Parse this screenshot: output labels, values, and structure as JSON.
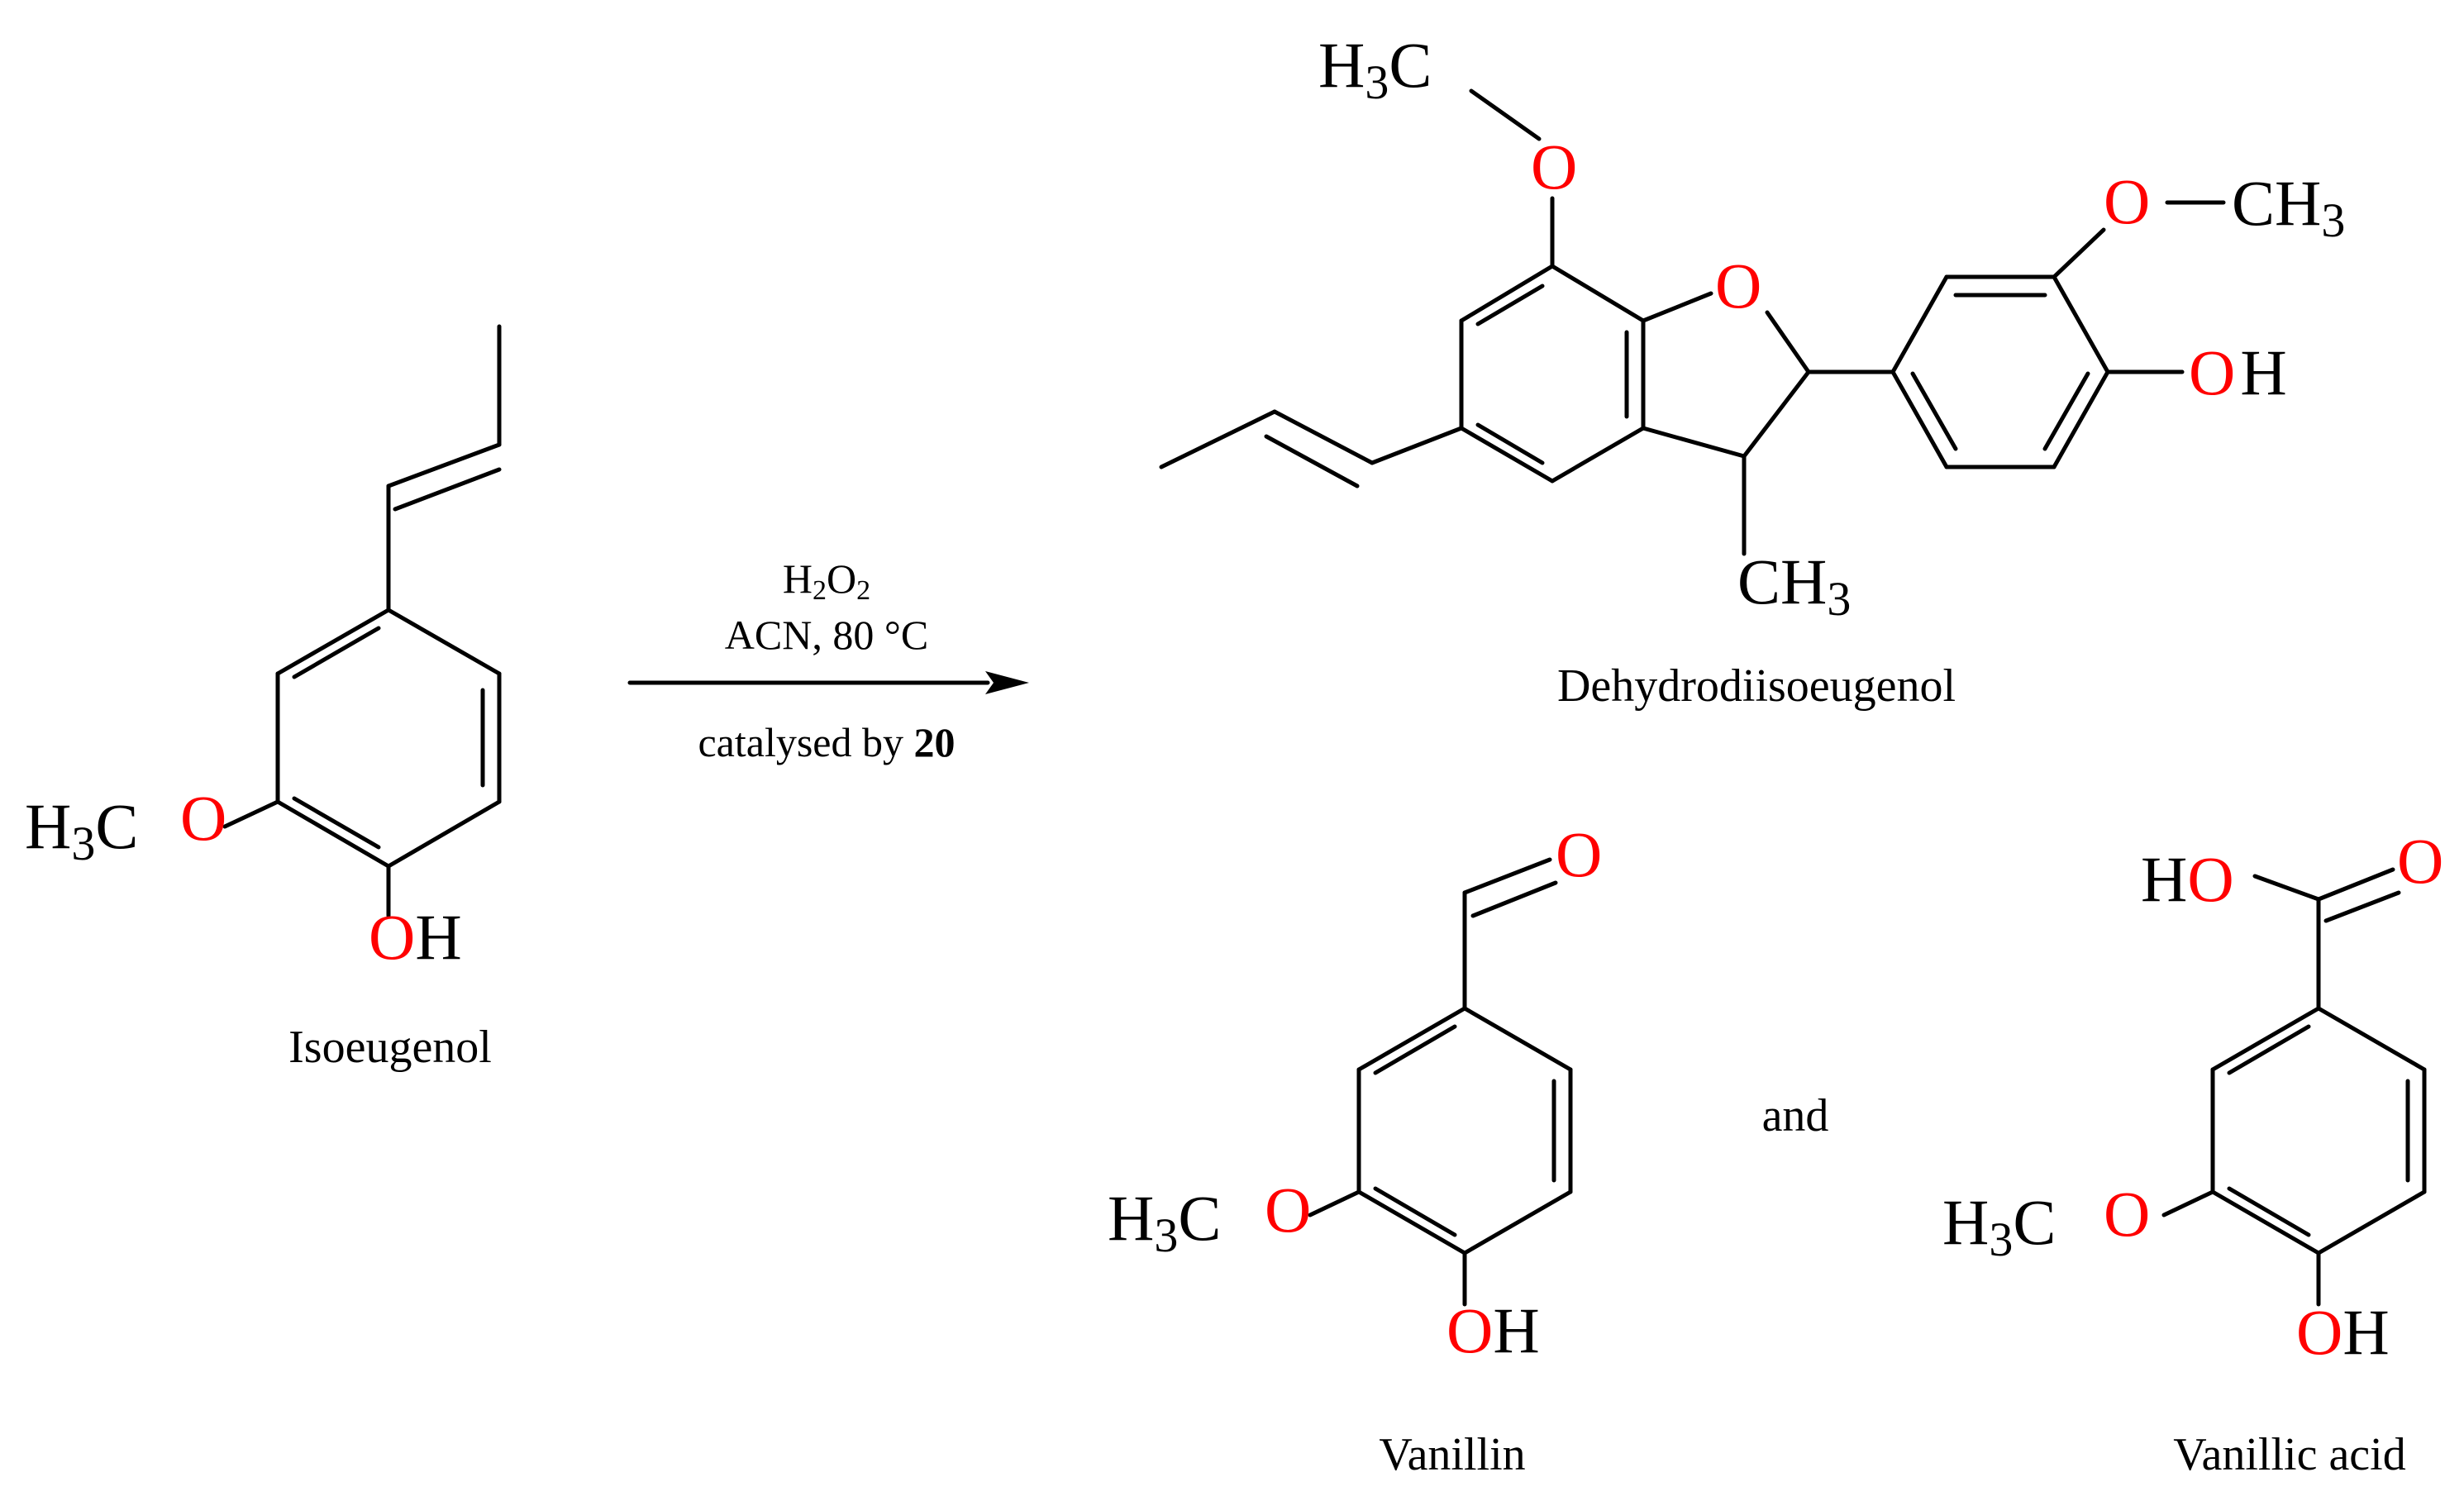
{
  "colors": {
    "carbon_hydrogen": "#000000",
    "oxygen": "#ff0000",
    "background": "#ffffff"
  },
  "reaction": {
    "reagent_h": "H",
    "reagent_h_sub": "2",
    "reagent_o": "O",
    "reagent_o_sub": "2",
    "conditions": "ACN, 80 °C",
    "catalyst_prefix": "catalysed by ",
    "catalyst_ref": "20",
    "conjunction": "and"
  },
  "compounds": {
    "isoeugenol": {
      "name": "Isoeugenol",
      "methoxy_h": "H",
      "methoxy_sub": "3",
      "methoxy_c": "C",
      "ether_o": "O",
      "hydroxyl_o": "O",
      "hydroxyl_h": "H"
    },
    "dehydrodiisoeugenol": {
      "name": "Dehydrodiisoeugenol",
      "methoxy1_h": "H",
      "methoxy1_sub": "3",
      "methoxy1_c": "C",
      "ether1_o": "O",
      "ring_o": "O",
      "ether2_o": "O",
      "methyl2": "CH",
      "methyl2_sub": "3",
      "hydroxyl_o": "O",
      "hydroxyl_h": "H",
      "methyl3": "CH",
      "methyl3_sub": "3"
    },
    "vanillin": {
      "name": "Vanillin",
      "carbonyl_o": "O",
      "methoxy_h": "H",
      "methoxy_sub": "3",
      "methoxy_c": "C",
      "ether_o": "O",
      "hydroxyl_o": "O",
      "hydroxyl_h": "H"
    },
    "vanillic_acid": {
      "name": "Vanillic acid",
      "acid_h": "H",
      "acid_o": "O",
      "carbonyl_o": "O",
      "methoxy_h": "H",
      "methoxy_sub": "3",
      "methoxy_c": "C",
      "ether_o": "O",
      "hydroxyl_o": "O",
      "hydroxyl_h": "H"
    }
  }
}
